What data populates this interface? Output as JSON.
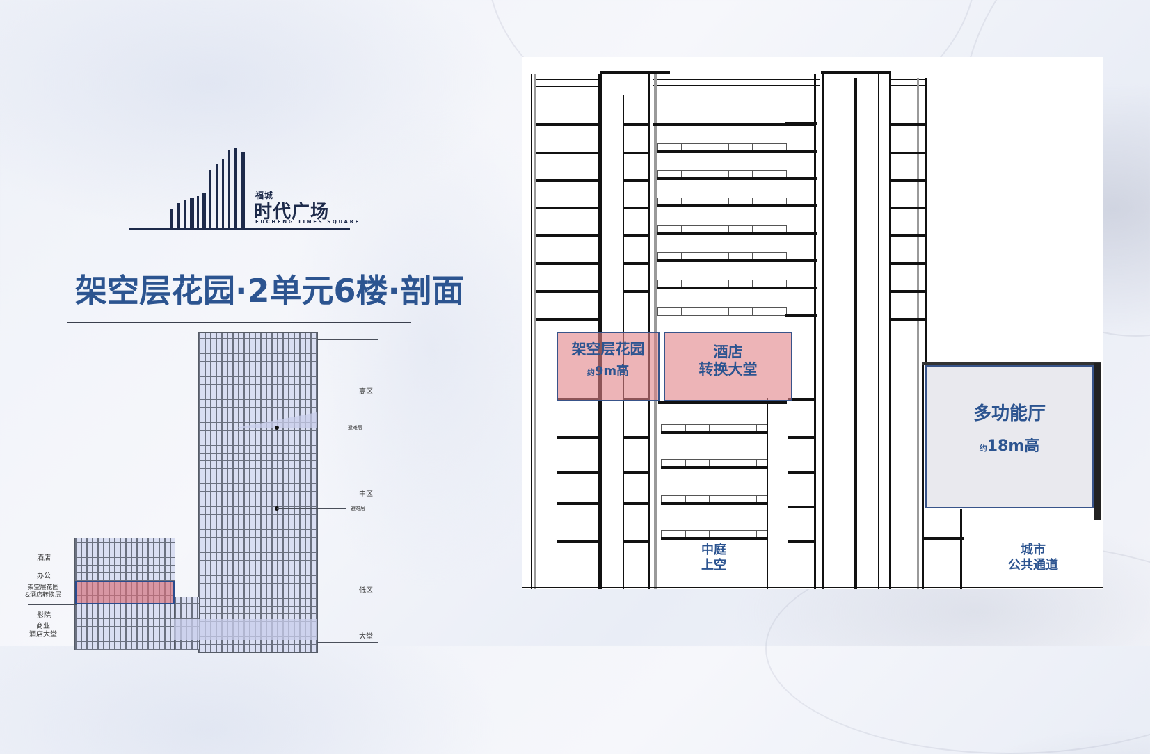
{
  "logo": {
    "brand_small": "福城",
    "brand_name": "时代广场",
    "brand_english": "FUCHENG TIMES SQUARE"
  },
  "page_title": "架空层花园·2单元6楼·剖面",
  "elevation_diagram": {
    "zones_right": [
      {
        "label": "高区"
      },
      {
        "label": "中区"
      },
      {
        "label": "低区"
      },
      {
        "label": "大堂"
      }
    ],
    "refuge_floors": [
      "避难层",
      "避难层"
    ],
    "podium_labels": [
      {
        "label": "酒店"
      },
      {
        "label": "办公"
      },
      {
        "label": "架空层花园\n&酒店转换层",
        "line1": "架空层花园",
        "line2": "&酒店转换层"
      },
      {
        "label": "影院"
      },
      {
        "label": "商业\n酒店大堂",
        "line1": "商业",
        "line2": "酒店大堂"
      }
    ],
    "colors": {
      "highlight": "#d77a82",
      "highlight_border": "#2a4b8d",
      "grid": "#d9def2"
    }
  },
  "section_drawing": {
    "rooms": [
      {
        "id": "garden",
        "name": "架空层花园",
        "height_prefix": "约",
        "height": "9m高"
      },
      {
        "id": "hotel_lobby",
        "line1": "酒店",
        "line2": "转换大堂"
      },
      {
        "id": "multi_hall",
        "name": "多功能厅",
        "height_prefix": "约",
        "height": "18m高"
      },
      {
        "id": "atrium",
        "line1": "中庭",
        "line2": "上空"
      },
      {
        "id": "public_passage",
        "line1": "城市",
        "line2": "公共通道"
      }
    ],
    "colors": {
      "label": "#2c5490",
      "pink": "#e59ca0",
      "grey": "#e9e9ee",
      "border": "#38548a"
    }
  }
}
